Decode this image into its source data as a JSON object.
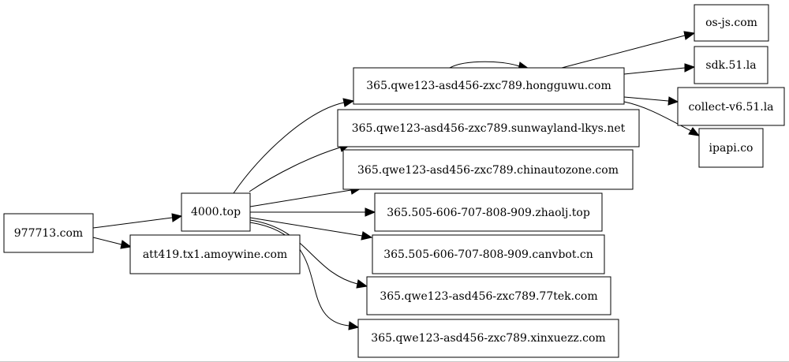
{
  "graph": {
    "nodes": {
      "n977713": "977713.com",
      "n4000": "4000.top",
      "natt": "att419.tx1.amoywine.com",
      "nhongguwu": "365.qwe123-asd456-zxc789.hongguwu.com",
      "nsunway": "365.qwe123-asd456-zxc789.sunwayland-lkys.net",
      "nchina": "365.qwe123-asd456-zxc789.chinautozone.com",
      "nzhaolj": "365.505-606-707-808-909.zhaolj.top",
      "ncanvbot": "365.505-606-707-808-909.canvbot.cn",
      "n77tek": "365.qwe123-asd456-zxc789.77tek.com",
      "nxinxue": "365.qwe123-asd456-zxc789.xinxuezz.com",
      "nosjs": "os-js.com",
      "nsdk": "sdk.51.la",
      "ncollect": "collect-v6.51.la",
      "nipapi": "ipapi.co"
    },
    "edges": [
      {
        "from": "n977713",
        "to": "n4000"
      },
      {
        "from": "n977713",
        "to": "natt"
      },
      {
        "from": "n4000",
        "to": "nhongguwu"
      },
      {
        "from": "n4000",
        "to": "nsunway"
      },
      {
        "from": "n4000",
        "to": "nchina"
      },
      {
        "from": "n4000",
        "to": "nzhaolj"
      },
      {
        "from": "n4000",
        "to": "ncanvbot"
      },
      {
        "from": "n4000",
        "to": "n77tek"
      },
      {
        "from": "n4000",
        "to": "nxinxue"
      },
      {
        "from": "nhongguwu",
        "to": "nhongguwu"
      },
      {
        "from": "nhongguwu",
        "to": "nosjs"
      },
      {
        "from": "nhongguwu",
        "to": "nsdk"
      },
      {
        "from": "nhongguwu",
        "to": "ncollect"
      },
      {
        "from": "nhongguwu",
        "to": "nipapi"
      }
    ]
  }
}
